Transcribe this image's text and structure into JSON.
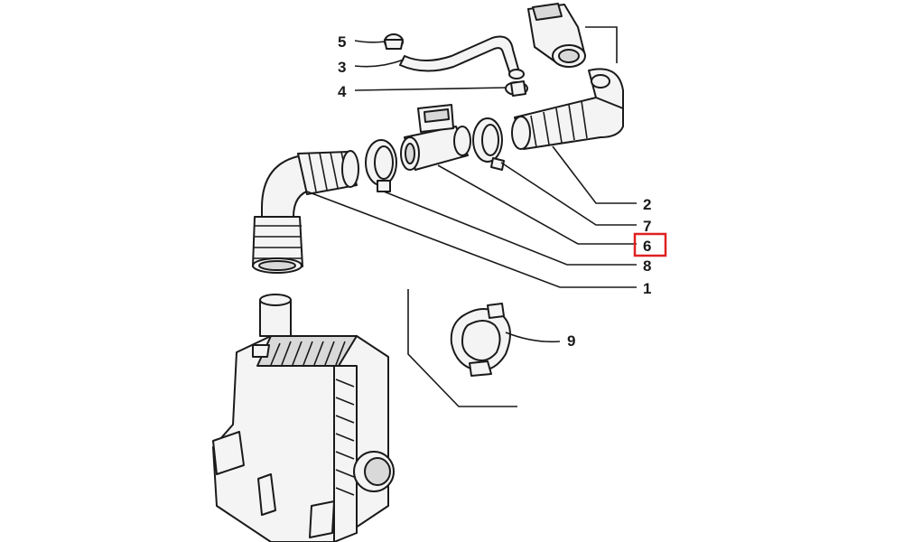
{
  "diagram": {
    "callouts": [
      {
        "id": "5",
        "label": "5"
      },
      {
        "id": "3",
        "label": "3"
      },
      {
        "id": "4",
        "label": "4"
      },
      {
        "id": "2",
        "label": "2"
      },
      {
        "id": "7",
        "label": "7"
      },
      {
        "id": "6",
        "label": "6",
        "highlighted": true
      },
      {
        "id": "8",
        "label": "8"
      },
      {
        "id": "1",
        "label": "1"
      },
      {
        "id": "9",
        "label": "9"
      }
    ],
    "highlight_color": "#e02020",
    "line_color": "#1a1a1a",
    "background": "#ffffff"
  }
}
